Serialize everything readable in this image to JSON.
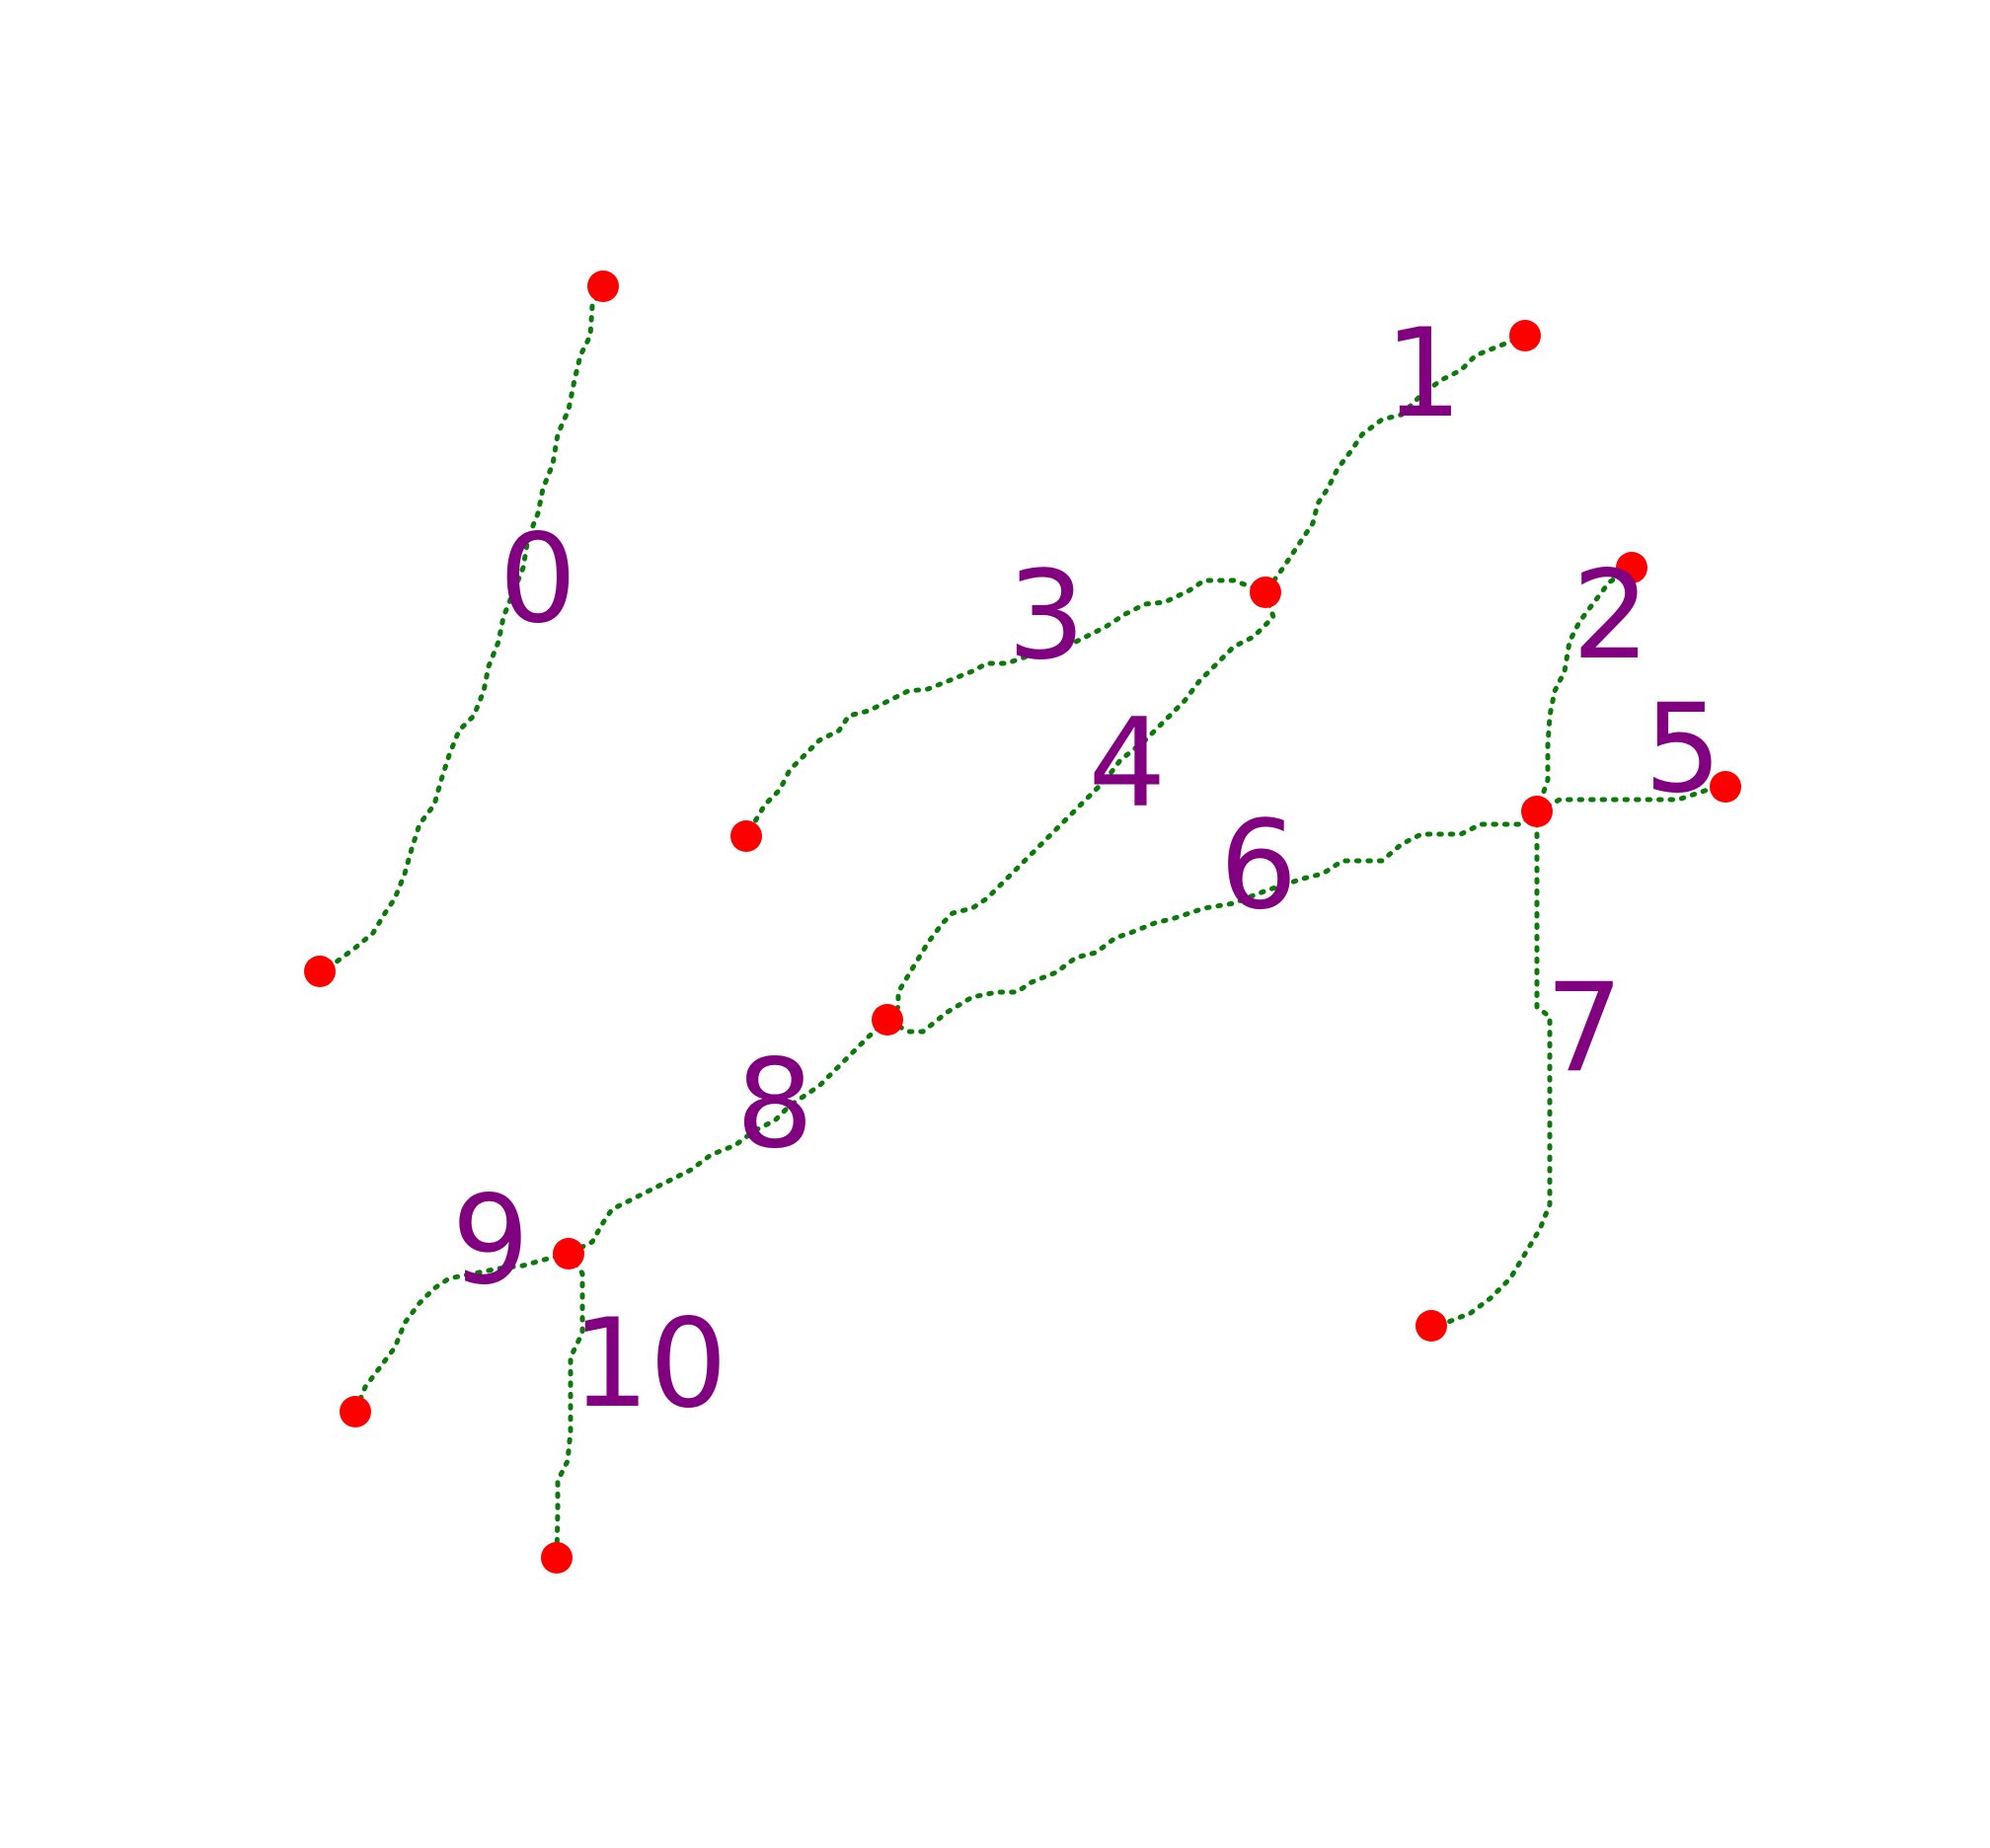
{
  "diagram": {
    "colors": {
      "edge": "#0b7a0b",
      "node": "#ff0000",
      "label": "#800080",
      "background": "#ffffff"
    },
    "nodes": [
      {
        "id": "n0"
      },
      {
        "id": "n1"
      },
      {
        "id": "n2"
      },
      {
        "id": "n3"
      },
      {
        "id": "n4"
      },
      {
        "id": "n5"
      },
      {
        "id": "n6"
      },
      {
        "id": "n7"
      },
      {
        "id": "n8"
      },
      {
        "id": "n9"
      },
      {
        "id": "n10"
      },
      {
        "id": "n11"
      },
      {
        "id": "n12"
      },
      {
        "id": "n13"
      }
    ],
    "edges": [
      {
        "label": "0",
        "source": "n0",
        "target": "n1"
      },
      {
        "label": "1",
        "source": "n2",
        "target": "n3"
      },
      {
        "label": "2",
        "source": "n4",
        "target": "n5"
      },
      {
        "label": "3",
        "source": "n3",
        "target": "n6"
      },
      {
        "label": "4",
        "source": "n3",
        "target": "n7"
      },
      {
        "label": "5",
        "source": "n5",
        "target": "n8"
      },
      {
        "label": "6",
        "source": "n5",
        "target": "n7"
      },
      {
        "label": "7",
        "source": "n5",
        "target": "n9"
      },
      {
        "label": "8",
        "source": "n7",
        "target": "n10"
      },
      {
        "label": "9",
        "source": "n10",
        "target": "n11"
      },
      {
        "label": "10",
        "source": "n10",
        "target": "n12"
      }
    ]
  }
}
